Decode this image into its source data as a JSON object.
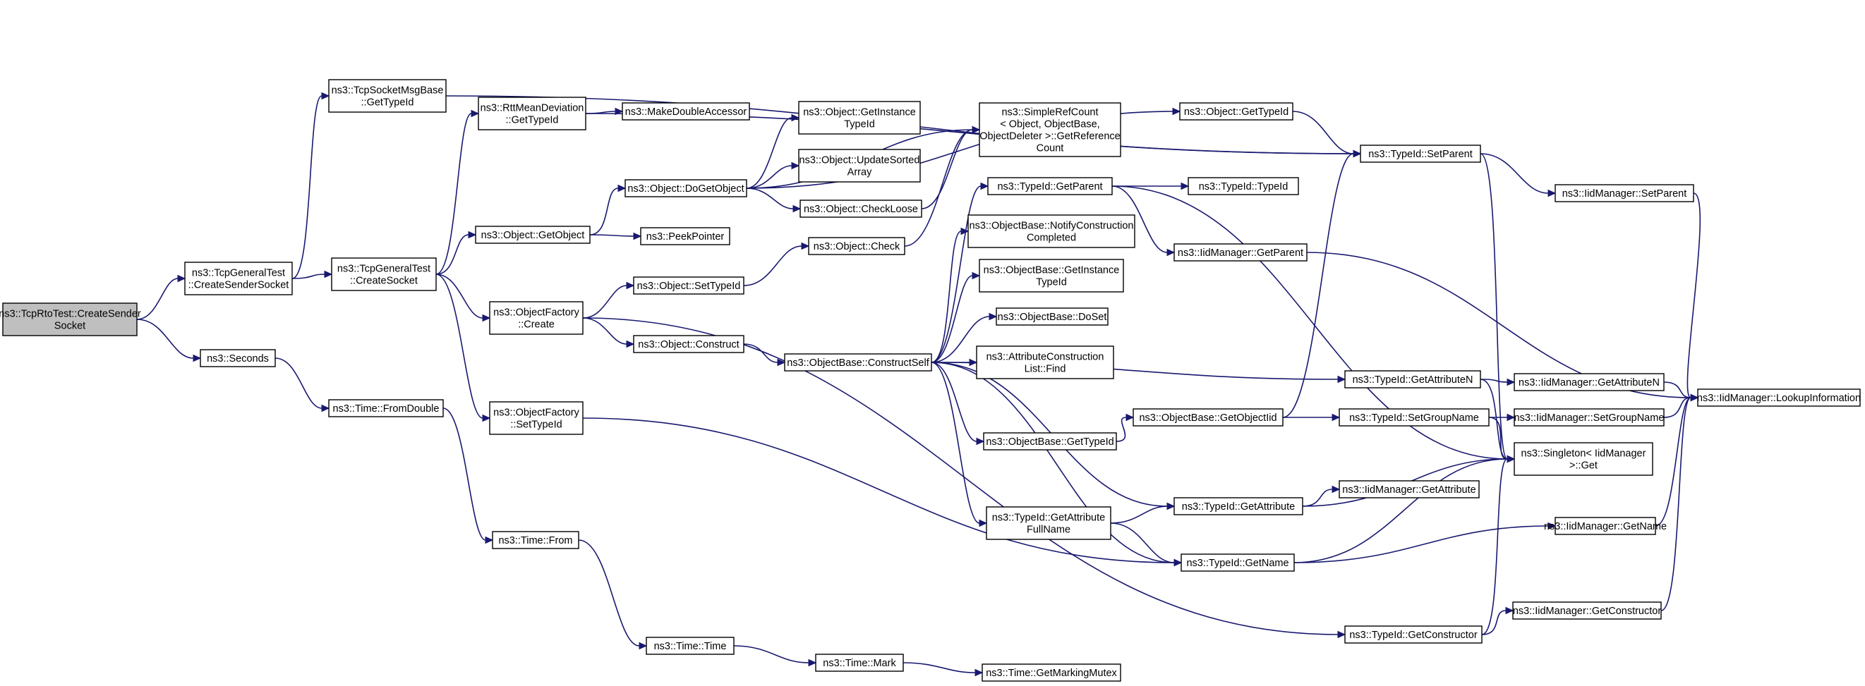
{
  "colors": {
    "edge": "#191970",
    "root_fill": "#bfbfbf",
    "node_fill": "#ffffff",
    "node_stroke": "#000000"
  },
  "nodes": {
    "root": [
      "ns3::TcpRtoTest::CreateSender",
      "Socket"
    ],
    "tcpgen_sender": [
      "ns3::TcpGeneralTest",
      "::CreateSenderSocket"
    ],
    "seconds": [
      "ns3::Seconds"
    ],
    "msgbase": [
      "ns3::TcpSocketMsgBase",
      "::GetTypeId"
    ],
    "tcpgen_socket": [
      "ns3::TcpGeneralTest",
      "::CreateSocket"
    ],
    "fromdouble": [
      "ns3::Time::FromDouble"
    ],
    "rtt": [
      "ns3::RttMeanDeviation",
      "::GetTypeId"
    ],
    "getobject": [
      "ns3::Object::GetObject"
    ],
    "of_create": [
      "ns3::ObjectFactory",
      "::Create"
    ],
    "of_settypeid": [
      "ns3::ObjectFactory",
      "::SetTypeId"
    ],
    "time_from": [
      "ns3::Time::From"
    ],
    "makedouble": [
      "ns3::MakeDoubleAccessor"
    ],
    "dogetobject": [
      "ns3::Object::DoGetObject"
    ],
    "peekpointer": [
      "ns3::PeekPointer"
    ],
    "obj_settypeid": [
      "ns3::Object::SetTypeId"
    ],
    "obj_construct": [
      "ns3::Object::Construct"
    ],
    "time_time": [
      "ns3::Time::Time"
    ],
    "getinstance": [
      "ns3::Object::GetInstance",
      "TypeId"
    ],
    "updatesorted": [
      "ns3::Object::UpdateSorted",
      "Array"
    ],
    "checkloose": [
      "ns3::Object::CheckLoose"
    ],
    "obj_check": [
      "ns3::Object::Check"
    ],
    "constructself": [
      "ns3::ObjectBase::ConstructSelf"
    ],
    "time_mark": [
      "ns3::Time::Mark"
    ],
    "simpleref": [
      "ns3::SimpleRefCount",
      "< Object, ObjectBase,",
      "ObjectDeleter >::GetReference",
      "Count"
    ],
    "typeid_getparent": [
      "ns3::TypeId::GetParent"
    ],
    "notifyconstruct": [
      "ns3::ObjectBase::NotifyConstruction",
      "Completed"
    ],
    "ob_getinstance": [
      "ns3::ObjectBase::GetInstance",
      "TypeId"
    ],
    "ob_doset": [
      "ns3::ObjectBase::DoSet"
    ],
    "attrconstruct": [
      "ns3::AttributeConstruction",
      "List::Find"
    ],
    "ob_gettypeid": [
      "ns3::ObjectBase::GetTypeId"
    ],
    "getattrfullname": [
      "ns3::TypeId::GetAttribute",
      "FullName"
    ],
    "markingmutex": [
      "ns3::Time::GetMarkingMutex"
    ],
    "obj_gettypeid": [
      "ns3::Object::GetTypeId"
    ],
    "typeid_typeid": [
      "ns3::TypeId::TypeId"
    ],
    "iid_getparent": [
      "ns3::IidManager::GetParent"
    ],
    "getobjectiid": [
      "ns3::ObjectBase::GetObjectIid"
    ],
    "typeid_getattribute": [
      "ns3::TypeId::GetAttribute"
    ],
    "typeid_getname": [
      "ns3::TypeId::GetName"
    ],
    "typeid_setparent": [
      "ns3::TypeId::SetParent"
    ],
    "typeid_getattributen": [
      "ns3::TypeId::GetAttributeN"
    ],
    "typeid_setgroupname": [
      "ns3::TypeId::SetGroupName"
    ],
    "iid_getattribute": [
      "ns3::IidManager::GetAttribute"
    ],
    "typeid_getconstructor": [
      "ns3::TypeId::GetConstructor"
    ],
    "iid_setparent": [
      "ns3::IidManager::SetParent"
    ],
    "iid_getattributen": [
      "ns3::IidManager::GetAttributeN"
    ],
    "iid_setgroupname": [
      "ns3::IidManager::SetGroupName"
    ],
    "singleton": [
      "ns3::Singleton< IidManager",
      ">::Get"
    ],
    "iid_getname": [
      "ns3::IidManager::GetName"
    ],
    "iid_getconstructor": [
      "ns3::IidManager::GetConstructor"
    ],
    "lookupinfo": [
      "ns3::IidManager::LookupInformation"
    ]
  },
  "edges": [
    [
      "root",
      "tcpgen_sender"
    ],
    [
      "root",
      "seconds"
    ],
    [
      "tcpgen_sender",
      "msgbase"
    ],
    [
      "tcpgen_sender",
      "tcpgen_socket"
    ],
    [
      "seconds",
      "fromdouble"
    ],
    [
      "fromdouble",
      "time_from"
    ],
    [
      "time_from",
      "time_time"
    ],
    [
      "time_time",
      "time_mark"
    ],
    [
      "time_mark",
      "markingmutex"
    ],
    [
      "msgbase",
      "typeid_setparent"
    ],
    [
      "tcpgen_socket",
      "rtt"
    ],
    [
      "tcpgen_socket",
      "getobject"
    ],
    [
      "tcpgen_socket",
      "of_create"
    ],
    [
      "tcpgen_socket",
      "of_settypeid"
    ],
    [
      "rtt",
      "makedouble"
    ],
    [
      "rtt",
      "typeid_setparent"
    ],
    [
      "getobject",
      "dogetobject"
    ],
    [
      "getobject",
      "peekpointer"
    ],
    [
      "dogetobject",
      "getinstance"
    ],
    [
      "dogetobject",
      "updatesorted"
    ],
    [
      "dogetobject",
      "checkloose"
    ],
    [
      "dogetobject",
      "obj_gettypeid"
    ],
    [
      "dogetobject",
      "simpleref"
    ],
    [
      "checkloose",
      "simpleref"
    ],
    [
      "obj_check",
      "simpleref"
    ],
    [
      "of_create",
      "obj_settypeid"
    ],
    [
      "of_create",
      "obj_construct"
    ],
    [
      "of_create",
      "typeid_getconstructor"
    ],
    [
      "obj_settypeid",
      "obj_check"
    ],
    [
      "obj_construct",
      "constructself"
    ],
    [
      "of_settypeid",
      "typeid_getname"
    ],
    [
      "constructself",
      "typeid_getparent"
    ],
    [
      "constructself",
      "notifyconstruct"
    ],
    [
      "constructself",
      "ob_getinstance"
    ],
    [
      "constructself",
      "ob_doset"
    ],
    [
      "constructself",
      "attrconstruct"
    ],
    [
      "constructself",
      "ob_gettypeid"
    ],
    [
      "constructself",
      "getattrfullname"
    ],
    [
      "constructself",
      "typeid_getattribute"
    ],
    [
      "constructself",
      "typeid_getname"
    ],
    [
      "constructself",
      "typeid_getattributen"
    ],
    [
      "typeid_getparent",
      "typeid_typeid"
    ],
    [
      "typeid_getparent",
      "iid_getparent"
    ],
    [
      "typeid_getparent",
      "singleton"
    ],
    [
      "obj_gettypeid",
      "typeid_setparent"
    ],
    [
      "ob_gettypeid",
      "getobjectiid"
    ],
    [
      "getobjectiid",
      "typeid_setparent"
    ],
    [
      "getobjectiid",
      "typeid_setgroupname"
    ],
    [
      "getattrfullname",
      "typeid_getattribute"
    ],
    [
      "getattrfullname",
      "typeid_getname"
    ],
    [
      "typeid_getattribute",
      "iid_getattribute"
    ],
    [
      "typeid_getattribute",
      "singleton"
    ],
    [
      "typeid_getname",
      "singleton"
    ],
    [
      "typeid_getname",
      "iid_getname"
    ],
    [
      "typeid_setparent",
      "iid_setparent"
    ],
    [
      "typeid_setparent",
      "singleton"
    ],
    [
      "typeid_getattributen",
      "iid_getattributen"
    ],
    [
      "typeid_getattributen",
      "singleton"
    ],
    [
      "typeid_setgroupname",
      "iid_setgroupname"
    ],
    [
      "typeid_setgroupname",
      "singleton"
    ],
    [
      "typeid_getconstructor",
      "iid_getconstructor"
    ],
    [
      "typeid_getconstructor",
      "singleton"
    ],
    [
      "iid_setparent",
      "lookupinfo"
    ],
    [
      "iid_getparent",
      "lookupinfo"
    ],
    [
      "iid_getattributen",
      "lookupinfo"
    ],
    [
      "iid_setgroupname",
      "lookupinfo"
    ],
    [
      "iid_getname",
      "lookupinfo"
    ],
    [
      "iid_getconstructor",
      "lookupinfo"
    ]
  ]
}
